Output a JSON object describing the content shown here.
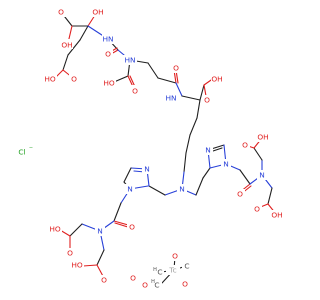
{
  "atoms": {
    "oh": "OH",
    "o": "O",
    "ho": "HO",
    "nh": "NH",
    "hn": "HN",
    "n": "N",
    "cl": "Cl",
    "cl_charge": "−",
    "tc": "Tc",
    "c": "C",
    "c_prefix": "H"
  },
  "colors": {
    "oxygen": "#e02020",
    "nitrogen": "#2840d8",
    "chlorine": "#20a020",
    "technetium": "#a0a0a0",
    "carbon": "#202020"
  }
}
